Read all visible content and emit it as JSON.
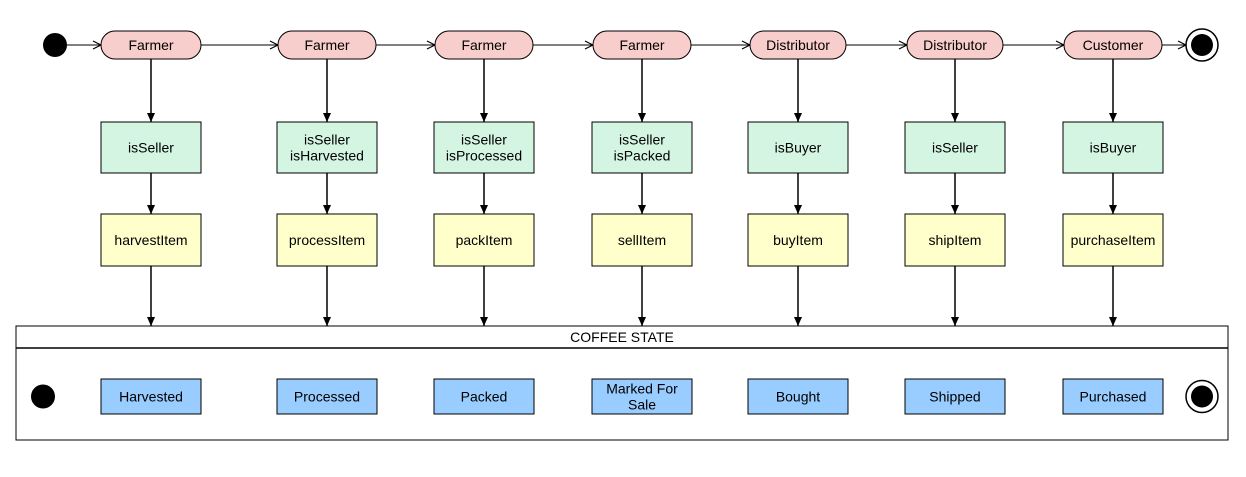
{
  "actors": [
    {
      "label": "Farmer"
    },
    {
      "label": "Farmer"
    },
    {
      "label": "Farmer"
    },
    {
      "label": "Farmer"
    },
    {
      "label": "Distributor"
    },
    {
      "label": "Distributor"
    },
    {
      "label": "Customer"
    }
  ],
  "conditions": [
    {
      "lines": [
        "isSeller"
      ]
    },
    {
      "lines": [
        "isSeller",
        "isHarvested"
      ]
    },
    {
      "lines": [
        "isSeller",
        "isProcessed"
      ]
    },
    {
      "lines": [
        "isSeller",
        "isPacked"
      ]
    },
    {
      "lines": [
        "isBuyer"
      ]
    },
    {
      "lines": [
        "isSeller"
      ]
    },
    {
      "lines": [
        "isBuyer"
      ]
    }
  ],
  "functions": [
    {
      "label": "harvestItem"
    },
    {
      "label": "processItem"
    },
    {
      "label": "packItem"
    },
    {
      "label": "sellItem"
    },
    {
      "label": "buyItem"
    },
    {
      "label": "shipItem"
    },
    {
      "label": "purchaseItem"
    }
  ],
  "state_panel": {
    "title": "COFFEE STATE"
  },
  "states": [
    {
      "lines": [
        "Harvested"
      ]
    },
    {
      "lines": [
        "Processed"
      ]
    },
    {
      "lines": [
        "Packed"
      ]
    },
    {
      "lines": [
        "Marked For",
        "Sale"
      ]
    },
    {
      "lines": [
        "Bought"
      ]
    },
    {
      "lines": [
        "Shipped"
      ]
    },
    {
      "lines": [
        "Purchased"
      ]
    }
  ],
  "colors": {
    "actor_fill": "#f8cecc",
    "condition_fill": "#d5f5e3",
    "function_fill": "#ffffcc",
    "state_fill": "#99ccff",
    "stroke": "#000000"
  }
}
